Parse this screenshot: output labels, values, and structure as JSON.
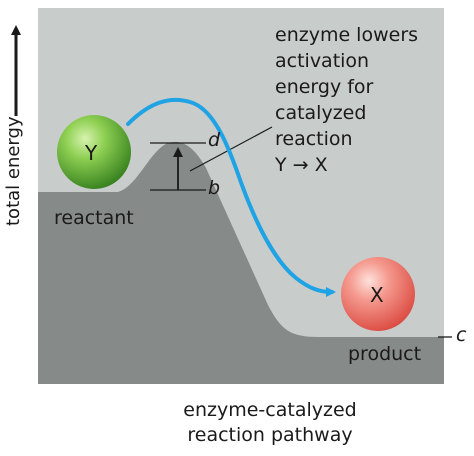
{
  "axes": {
    "y_label": "total energy",
    "x_label_line1": "enzyme-catalyzed",
    "x_label_line2": "reaction pathway"
  },
  "annotation": {
    "lines": [
      "enzyme lowers",
      "activation",
      "energy for",
      "catalyzed",
      "reaction",
      "Y → X"
    ]
  },
  "molecules": {
    "reactant_symbol": "Y",
    "product_symbol": "X"
  },
  "labels": {
    "reactant": "reactant",
    "product": "product",
    "level_d": "d",
    "level_b": "b",
    "level_c": "c"
  },
  "colors": {
    "panel": "#c8ccca",
    "curve_fill": "#868a88",
    "arrow": "#1fa3e4",
    "reactant_sphere": "#4dab2e",
    "product_sphere": "#ee6f66"
  }
}
